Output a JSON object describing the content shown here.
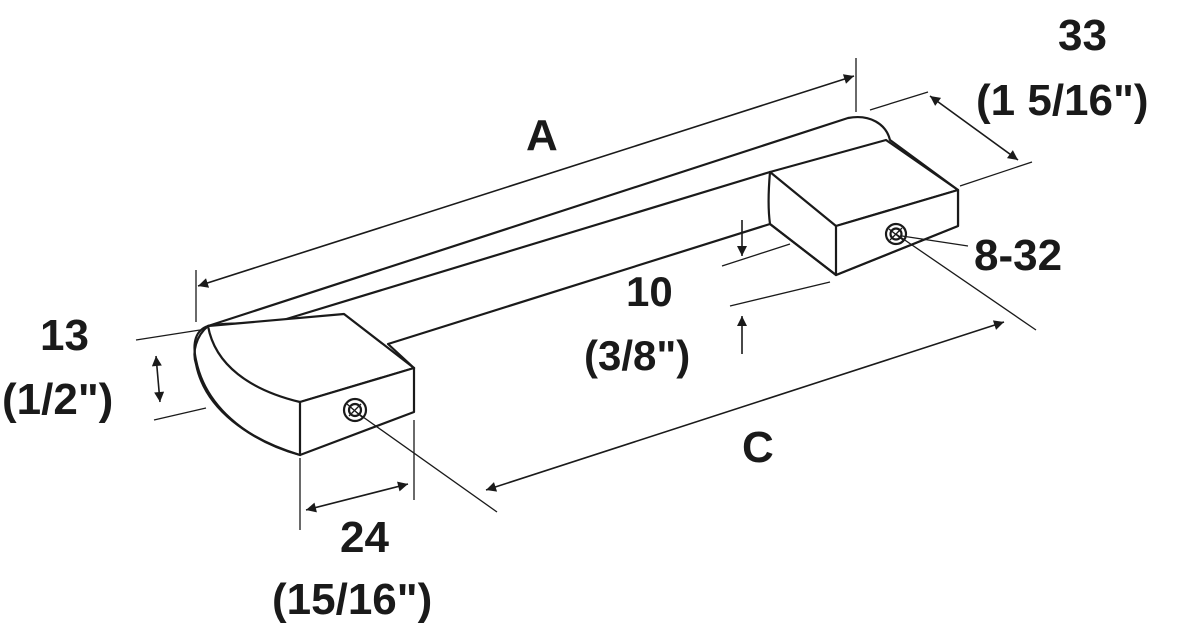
{
  "labels": {
    "a": "A",
    "c": "C",
    "depth_mm": "33",
    "depth_in": "(1 5/16\")",
    "thread": "8-32",
    "bar_height_mm": "10",
    "bar_height_in": "(3/8\")",
    "height_mm": "13",
    "height_in": "(1/2\")",
    "foot_width_mm": "24",
    "foot_width_in": "(15/16\")"
  },
  "colors": {
    "line": "#1a1a1a",
    "fill": "#ffffff"
  }
}
